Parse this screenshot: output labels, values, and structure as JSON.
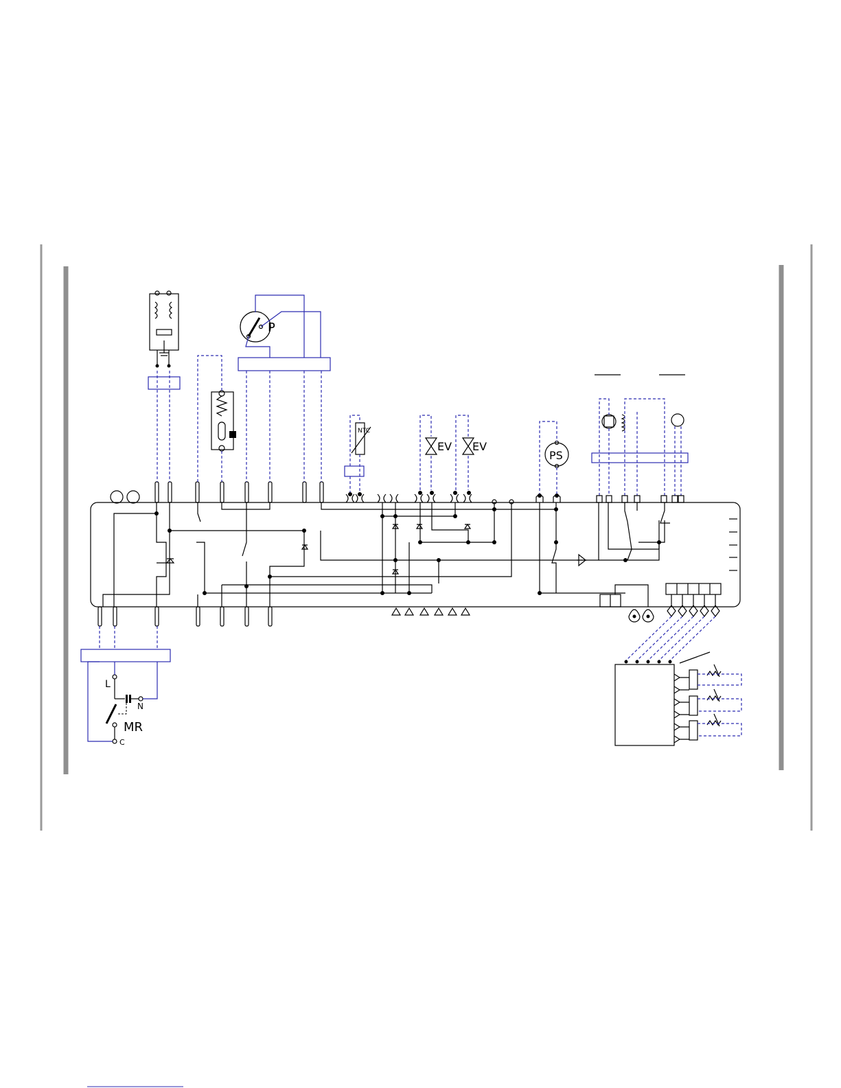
{
  "labels": {
    "pressure_switch": "P",
    "pump": "PS",
    "ntc": "NTC",
    "valve_1": "EV",
    "valve_2": "EV",
    "mains_line": "L",
    "mains_neutral": "N",
    "mains_relay": "MR",
    "mains_common": "C"
  },
  "colors": {
    "wire_black": "#000000",
    "wire_blue": "#2b2bb0",
    "frame_gray": "#8f8f8f",
    "footer_link": "#2b2bb0"
  }
}
